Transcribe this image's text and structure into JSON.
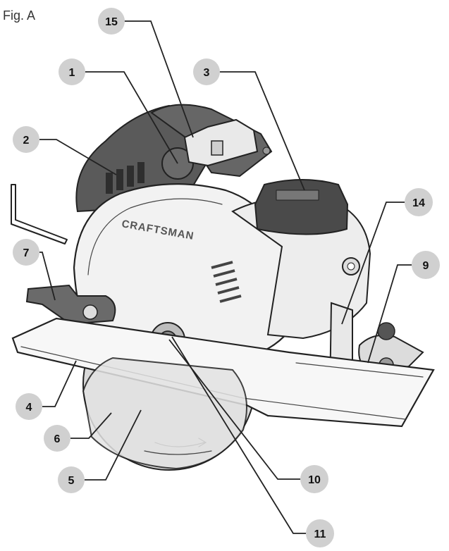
{
  "figure": {
    "title": "Fig. A",
    "brand": "CRAFTSMAN",
    "colors": {
      "bubble": "#d0d0d0",
      "line": "#222222",
      "blade": "#d9d9d9",
      "guard": "#f2f2f2",
      "motor": "#555555",
      "battery": "#4a4a4a"
    },
    "callouts": [
      {
        "id": "15",
        "label": "15",
        "target": "trigger-switch"
      },
      {
        "id": "1",
        "label": "1",
        "target": "auxiliary-handle"
      },
      {
        "id": "3",
        "label": "3",
        "target": "battery-pack"
      },
      {
        "id": "2",
        "label": "2",
        "target": "motor-housing"
      },
      {
        "id": "14",
        "label": "14",
        "target": "bevel-adjustment-rear"
      },
      {
        "id": "7",
        "label": "7",
        "target": "bevel-lever-front"
      },
      {
        "id": "9",
        "label": "9",
        "target": "bevel-knob-rear"
      },
      {
        "id": "4",
        "label": "4",
        "target": "shoe"
      },
      {
        "id": "6",
        "label": "6",
        "target": "blade"
      },
      {
        "id": "10",
        "label": "10",
        "target": "blade-clamp-washer"
      },
      {
        "id": "5",
        "label": "5",
        "target": "lower-blade-guard"
      },
      {
        "id": "11",
        "label": "11",
        "target": "blade-bolt"
      }
    ]
  }
}
